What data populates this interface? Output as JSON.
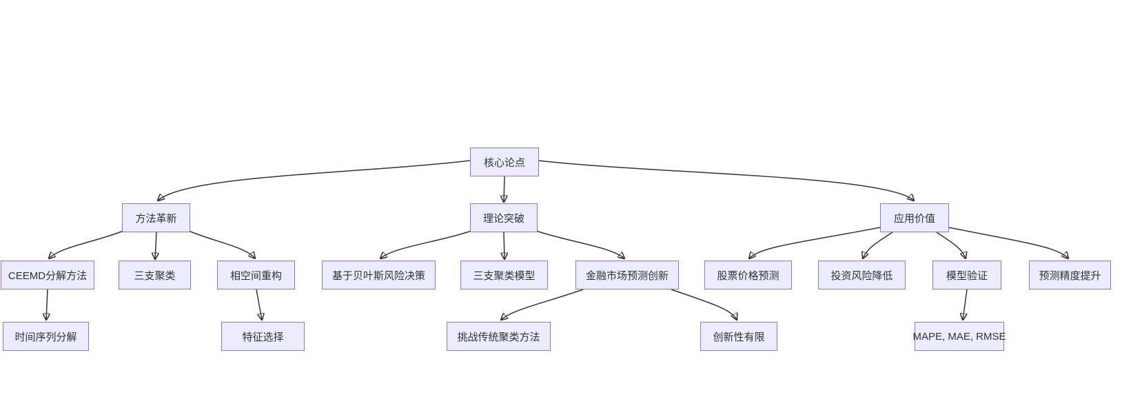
{
  "diagram": {
    "type": "flowchart",
    "direction": "top-down",
    "colors": {
      "background": "#ffffff",
      "node_fill": "#ECECFF",
      "node_border": "#9370DB",
      "edge": "#333333",
      "text": "#333333"
    },
    "nodes": [
      {
        "id": "core",
        "label": "核心论点"
      },
      {
        "id": "method",
        "label": "方法革新"
      },
      {
        "id": "theory",
        "label": "理论突破"
      },
      {
        "id": "application",
        "label": "应用价值"
      },
      {
        "id": "ceemd",
        "label": "CEEMD分解方法"
      },
      {
        "id": "three-way-clustering",
        "label": "三支聚类"
      },
      {
        "id": "phase-space",
        "label": "相空间重构"
      },
      {
        "id": "bayes-risk-decision",
        "label": "基于贝叶斯风险决策"
      },
      {
        "id": "twc-model",
        "label": "三支聚类模型"
      },
      {
        "id": "fin-market-innovation",
        "label": "金融市场预测创新"
      },
      {
        "id": "stock-price-forecast",
        "label": "股票价格预测"
      },
      {
        "id": "risk-reduction",
        "label": "投资风险降低"
      },
      {
        "id": "model-validation",
        "label": "模型验证"
      },
      {
        "id": "accuracy-improvement",
        "label": "预测精度提升"
      },
      {
        "id": "ts-decomposition",
        "label": "时间序列分解"
      },
      {
        "id": "feature-selection",
        "label": "特征选择"
      },
      {
        "id": "challenge-clustering",
        "label": "挑战传统聚类方法"
      },
      {
        "id": "limited-innovation",
        "label": "创新性有限"
      },
      {
        "id": "metrics",
        "label": "MAPE, MAE, RMSE"
      }
    ],
    "edges": [
      {
        "from": "core",
        "to": "method"
      },
      {
        "from": "core",
        "to": "theory"
      },
      {
        "from": "core",
        "to": "application"
      },
      {
        "from": "method",
        "to": "ceemd"
      },
      {
        "from": "method",
        "to": "three-way-clustering"
      },
      {
        "from": "method",
        "to": "phase-space"
      },
      {
        "from": "theory",
        "to": "bayes-risk-decision"
      },
      {
        "from": "theory",
        "to": "twc-model"
      },
      {
        "from": "theory",
        "to": "fin-market-innovation"
      },
      {
        "from": "application",
        "to": "stock-price-forecast"
      },
      {
        "from": "application",
        "to": "risk-reduction"
      },
      {
        "from": "application",
        "to": "model-validation"
      },
      {
        "from": "application",
        "to": "accuracy-improvement"
      },
      {
        "from": "ceemd",
        "to": "ts-decomposition"
      },
      {
        "from": "phase-space",
        "to": "feature-selection"
      },
      {
        "from": "fin-market-innovation",
        "to": "challenge-clustering"
      },
      {
        "from": "fin-market-innovation",
        "to": "limited-innovation"
      },
      {
        "from": "model-validation",
        "to": "metrics"
      }
    ]
  }
}
